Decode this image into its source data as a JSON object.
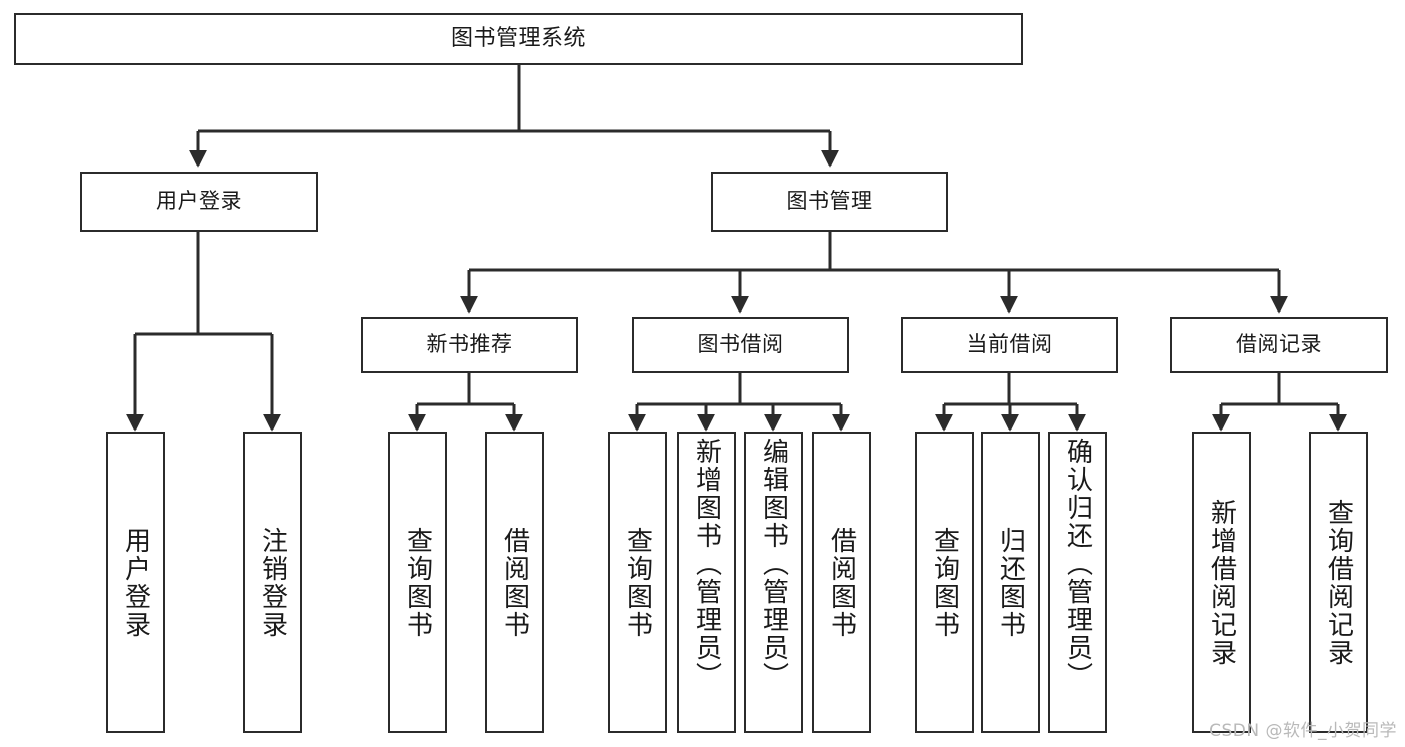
{
  "diagram": {
    "title": "图书管理系统",
    "type": "tree-hierarchy",
    "colors": {
      "stroke": "#2b2b2b",
      "fill": "#ffffff",
      "text": "#1a1a1a",
      "watermark": "#b9b9b9"
    },
    "root": {
      "label": "图书管理系统"
    },
    "level1": [
      {
        "label": "用户登录"
      },
      {
        "label": "图书管理"
      }
    ],
    "level2": [
      {
        "label": "新书推荐"
      },
      {
        "label": "图书借阅"
      },
      {
        "label": "当前借阅"
      },
      {
        "label": "借阅记录"
      }
    ],
    "leaves": {
      "user_login": [
        {
          "label": "用户登录"
        },
        {
          "label": "注销登录"
        }
      ],
      "new_book_recommend": [
        {
          "label": "查询图书"
        },
        {
          "label": "借阅图书"
        }
      ],
      "book_borrow": [
        {
          "label": "查询图书"
        },
        {
          "label": "新增图书（管理员）"
        },
        {
          "label": "编辑图书（管理员）"
        },
        {
          "label": "借阅图书"
        }
      ],
      "current_borrow": [
        {
          "label": "查询图书"
        },
        {
          "label": "归还图书"
        },
        {
          "label": "确认归还（管理员）"
        }
      ],
      "borrow_record": [
        {
          "label": "新增借阅记录"
        },
        {
          "label": "查询借阅记录"
        }
      ]
    }
  },
  "watermark": {
    "text": "CSDN @软件_小贺同学"
  }
}
